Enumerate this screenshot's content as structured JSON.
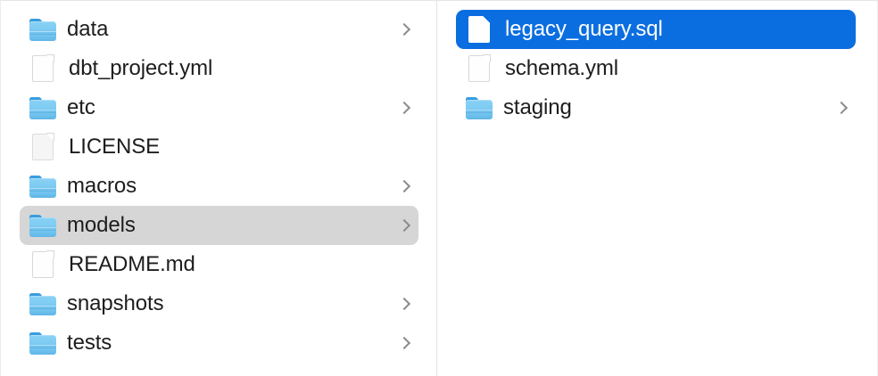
{
  "view": {
    "kind": "column-browser",
    "background": "#ffffff",
    "divider_color": "#e3e3e3"
  },
  "colors": {
    "selection_active": "#0b6ee0",
    "selection_inactive": "#d6d6d6",
    "label_text": "#1d1d1f",
    "label_text_selected": "#ffffff",
    "chevron": "#8b8b8f",
    "folder_blue": "#7ecbf2"
  },
  "columns": [
    {
      "name": "parent-column",
      "items": [
        {
          "label": "data",
          "icon": "folder-icon",
          "kind": "folder",
          "has_chevron": true,
          "selected": false,
          "selection_style": "none"
        },
        {
          "label": "dbt_project.yml",
          "icon": "document-icon",
          "kind": "file",
          "has_chevron": false,
          "selected": false,
          "selection_style": "none"
        },
        {
          "label": "etc",
          "icon": "folder-icon",
          "kind": "folder",
          "has_chevron": true,
          "selected": false,
          "selection_style": "none"
        },
        {
          "label": "LICENSE",
          "icon": "document-plain-icon",
          "kind": "file",
          "has_chevron": false,
          "selected": false,
          "selection_style": "none"
        },
        {
          "label": "macros",
          "icon": "folder-icon",
          "kind": "folder",
          "has_chevron": true,
          "selected": false,
          "selection_style": "none"
        },
        {
          "label": "models",
          "icon": "folder-icon",
          "kind": "folder",
          "has_chevron": true,
          "selected": true,
          "selection_style": "gray"
        },
        {
          "label": "README.md",
          "icon": "document-icon",
          "kind": "file",
          "has_chevron": false,
          "selected": false,
          "selection_style": "none"
        },
        {
          "label": "snapshots",
          "icon": "folder-icon",
          "kind": "folder",
          "has_chevron": true,
          "selected": false,
          "selection_style": "none"
        },
        {
          "label": "tests",
          "icon": "folder-icon",
          "kind": "folder",
          "has_chevron": true,
          "selected": false,
          "selection_style": "none"
        }
      ]
    },
    {
      "name": "child-column",
      "items": [
        {
          "label": "legacy_query.sql",
          "icon": "document-icon",
          "kind": "file",
          "has_chevron": false,
          "selected": true,
          "selection_style": "blue"
        },
        {
          "label": "schema.yml",
          "icon": "document-icon",
          "kind": "file",
          "has_chevron": false,
          "selected": false,
          "selection_style": "none"
        },
        {
          "label": "staging",
          "icon": "folder-icon",
          "kind": "folder",
          "has_chevron": true,
          "selected": false,
          "selection_style": "none"
        }
      ]
    }
  ]
}
